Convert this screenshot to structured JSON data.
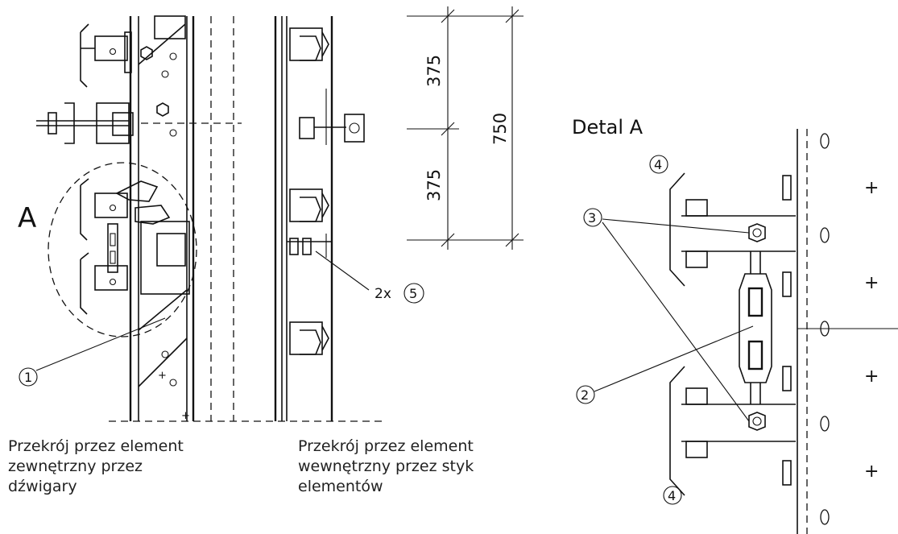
{
  "labels": {
    "detail_marker": "A",
    "detail_title": "Detal A",
    "dimensions": {
      "upper": "375",
      "lower": "375",
      "total": "750"
    },
    "callouts": {
      "c1": "1",
      "c2": "2",
      "c3": "3",
      "c4_top": "4",
      "c4_bottom": "4",
      "c5_prefix": "2x",
      "c5": "5"
    }
  },
  "captions": {
    "left": [
      "Przekrój przez element",
      "zewnętrzny przez",
      "dźwigary"
    ],
    "middle": [
      "Przekrój przez element",
      "wewnętrzny przez styk",
      "elementów"
    ]
  },
  "colors": {
    "line": "#111111",
    "background": "#ffffff"
  }
}
